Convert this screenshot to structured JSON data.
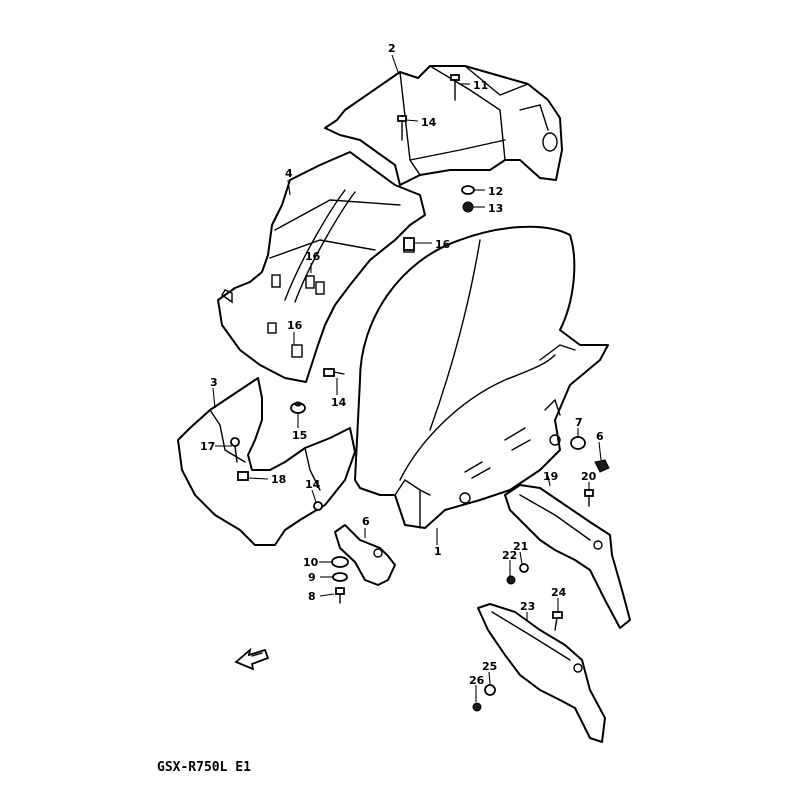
{
  "diagram": {
    "model_caption": "GSX-R750L E1",
    "callouts": {
      "c1": "1",
      "c2": "2",
      "c3": "3",
      "c4": "4",
      "c6": "6",
      "c7": "7",
      "c8": "8",
      "c9": "9",
      "c10": "10",
      "c11": "11",
      "c12": "12",
      "c13": "13",
      "c14a": "14",
      "c14b": "14",
      "c14c": "14",
      "c15": "15",
      "c16a": "16",
      "c16b": "16",
      "c16c": "16",
      "c17": "17",
      "c18": "18",
      "c19": "19",
      "c20": "20",
      "c21": "21",
      "c22": "22",
      "c23": "23",
      "c24": "24",
      "c25": "25",
      "c26": "26"
    },
    "front_arrow_icon": "front-direction-arrow"
  }
}
